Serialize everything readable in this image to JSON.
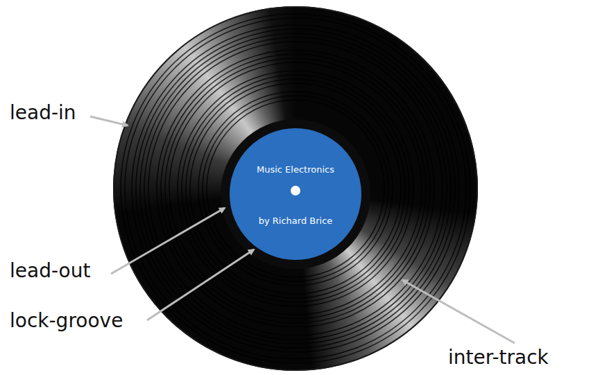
{
  "diagram": {
    "nodes": [
      {
        "text": [
          "Music Electronics",
          "by Richard Brice"
        ]
      }
    ],
    "labels": [
      "lead-in",
      "lead-out",
      "lock-groove",
      "inter-track"
    ]
  }
}
